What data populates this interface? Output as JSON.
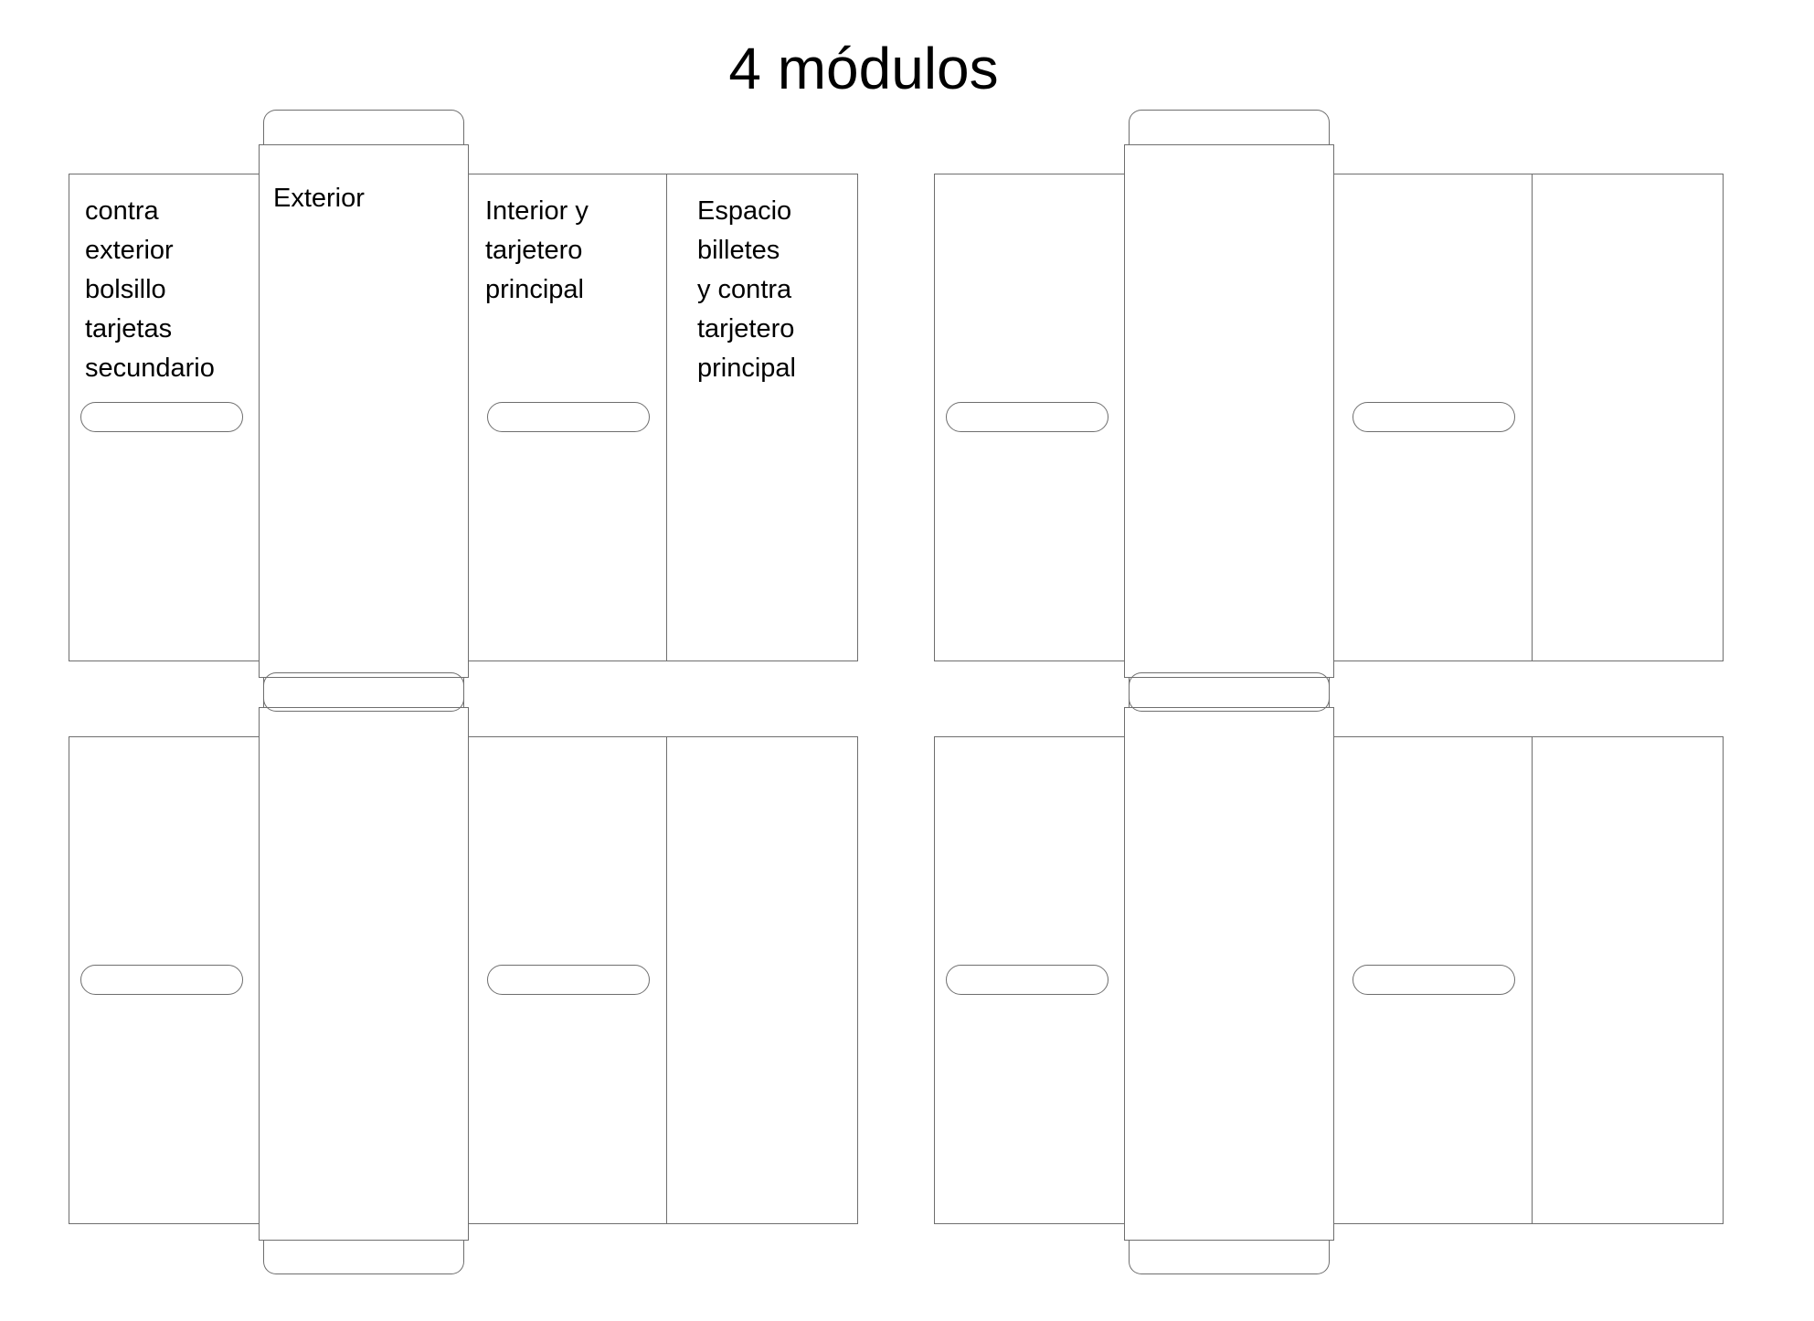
{
  "title": "4 módulos",
  "modules": {
    "top_left": {
      "panel1_label": "contra\nexterior\nbolsillo\ntarjetas\nsecundario",
      "panel2_label": "Exterior",
      "panel3_label": "Interior y\ntarjetero\nprincipal",
      "panel4_label": "Espacio\nbilletes\ny contra\ntarjetero\nprincipal"
    }
  },
  "colors": {
    "line": "#6e6e6e",
    "text": "#000000",
    "background": "#ffffff"
  }
}
